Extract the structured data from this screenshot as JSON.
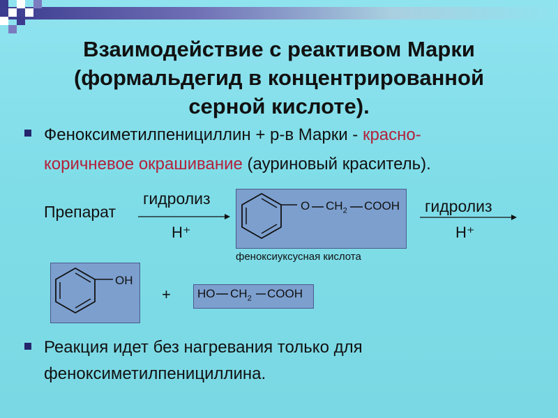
{
  "title": {
    "line1": "Взаимодействие с реактивом Марки",
    "line2": "(формальдегид в концентрированной",
    "line3": "серной кислоте)."
  },
  "bullet1": {
    "text_a": "Феноксиметилпенициллин + р-в Марки - ",
    "red_a": "красно-",
    "red_b": "коричневое окрашивание",
    "text_b": " (ауриновый краситель)."
  },
  "scheme": {
    "reactant": "Препарат",
    "arrow1_top": "гидролиз",
    "arrow1_bottom": "Н⁺",
    "arrow2_top": "гидролиз",
    "arrow2_bottom": "Н⁺",
    "product1": {
      "o": "O",
      "ch2": "CH",
      "ch2_sub": "2",
      "cooh": "COOH",
      "caption": "феноксиуксусная кислота"
    },
    "product2": {
      "oh": "OH"
    },
    "plus": "+",
    "product3": {
      "ho": "HO",
      "ch2": "CH",
      "ch2_sub": "2",
      "cooh": "COOH"
    }
  },
  "bullet2": {
    "line1": "Реакция идет без нагревания только для",
    "line2": "феноксиметилпенициллина."
  },
  "colors": {
    "background": "#7fdde8",
    "accent_bar": "#3b3b8f",
    "highlight_text": "#b3203a",
    "structure_box": "#7c9fce"
  }
}
